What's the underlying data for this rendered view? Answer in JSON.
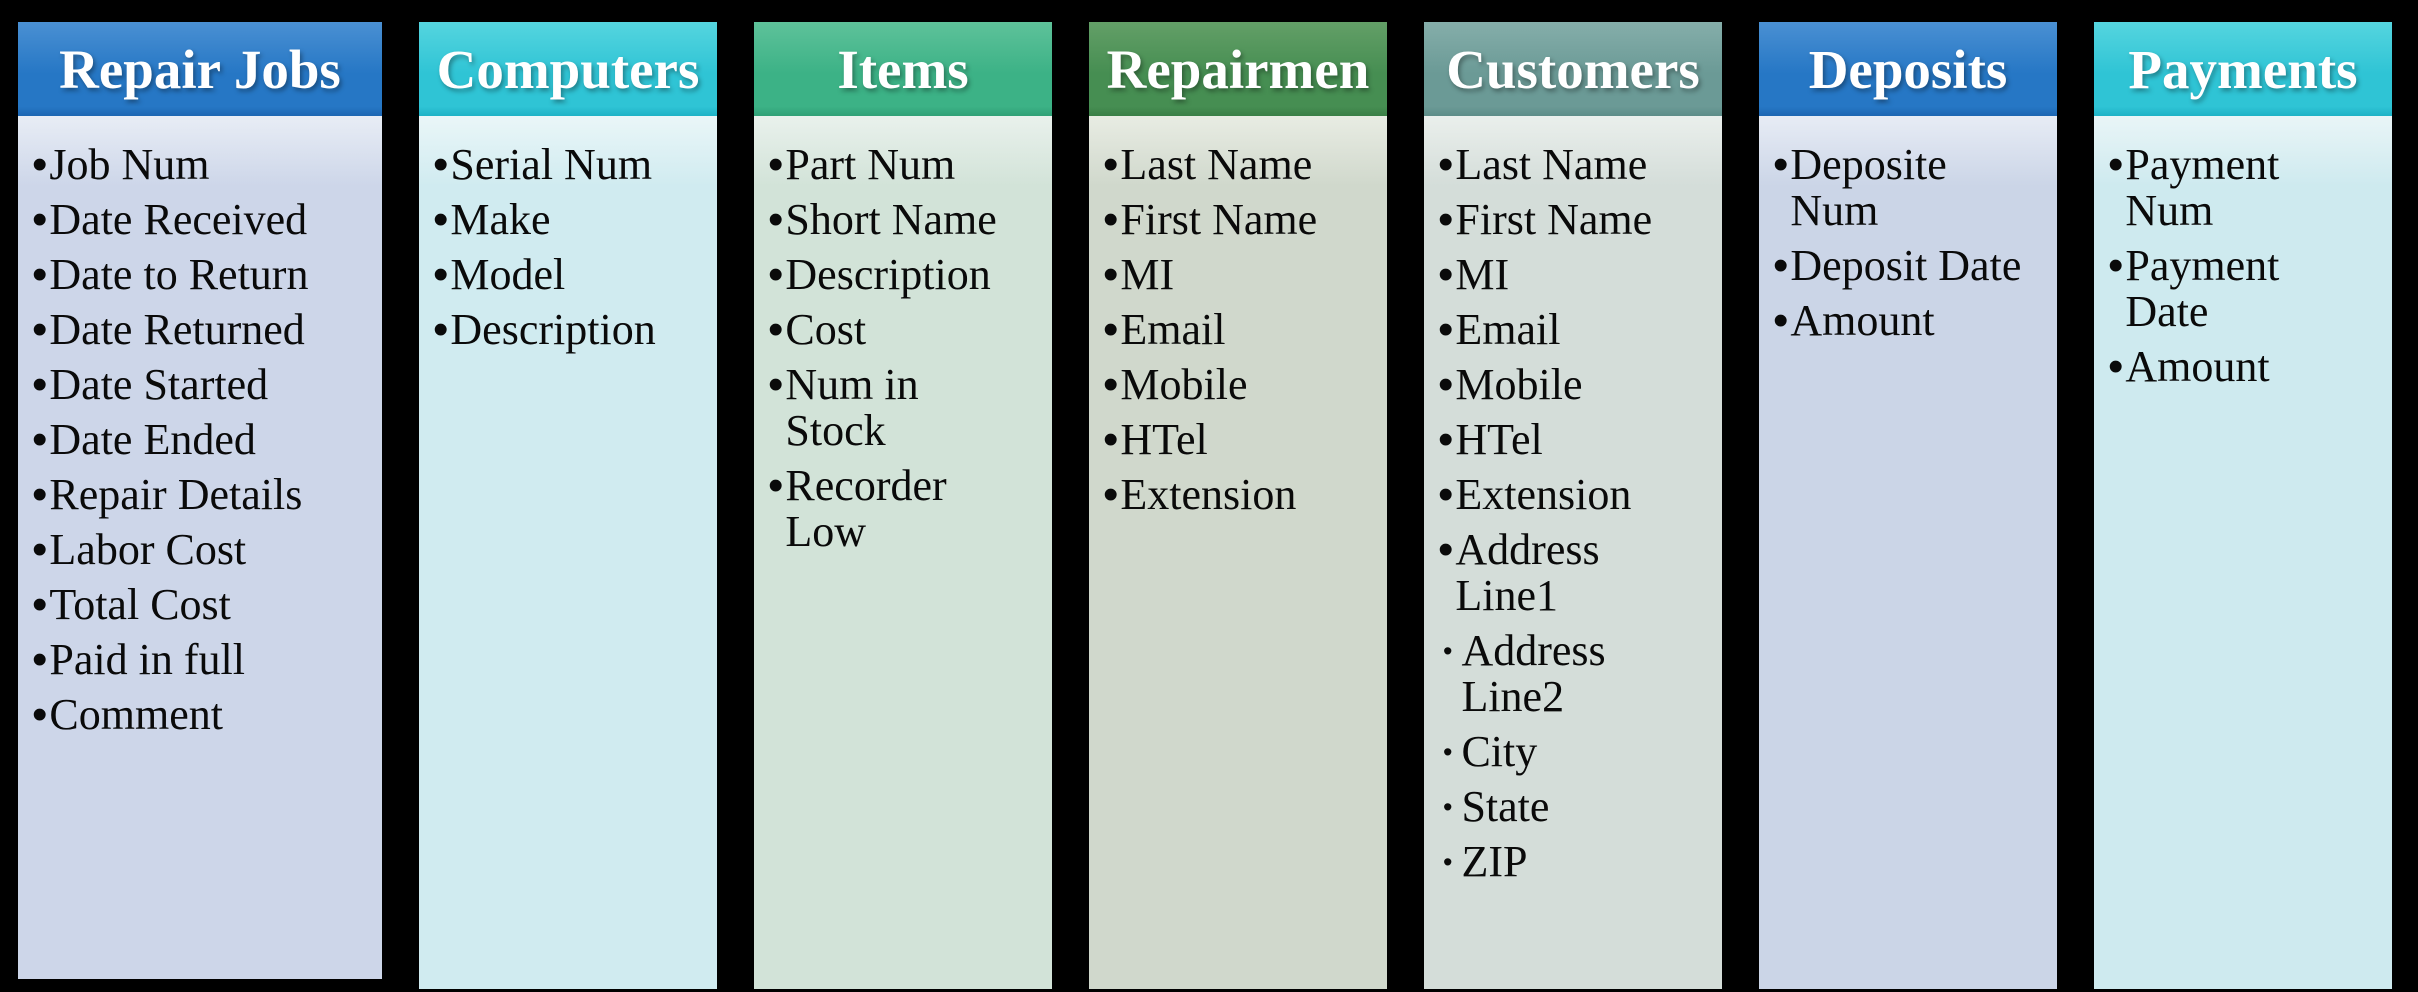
{
  "page": {
    "background": "#000000",
    "bullet_glyph": "•",
    "text_color": "#0a0a0a",
    "title_color": "#ffffff"
  },
  "entities": [
    {
      "title": "Repair Jobs",
      "theme": {
        "header_top": "#4a90d3",
        "header_mid": "#2677c5",
        "header_bottom": "#1d66b2",
        "body_top": "#e8edf5",
        "body": "#cdd6e9"
      },
      "fields": [
        {
          "label": "Job Num",
          "level": 1
        },
        {
          "label": "Date Received",
          "level": 1
        },
        {
          "label": "Date to Return",
          "level": 1
        },
        {
          "label": "Date Returned",
          "level": 1
        },
        {
          "label": "Date Started",
          "level": 1
        },
        {
          "label": "Date Ended",
          "level": 1
        },
        {
          "label": "Repair Details",
          "level": 1
        },
        {
          "label": "Labor Cost",
          "level": 1
        },
        {
          "label": "Total Cost",
          "level": 1
        },
        {
          "label": "Paid in full",
          "level": 1
        },
        {
          "label": "Comment",
          "level": 1
        }
      ]
    },
    {
      "title": "Computers",
      "theme": {
        "header_top": "#55d5df",
        "header_mid": "#2fc4d5",
        "header_bottom": "#1db2c6",
        "body_top": "#eaf6f8",
        "body": "#d0ebf0"
      },
      "fields": [
        {
          "label": "Serial Num",
          "level": 1
        },
        {
          "label": "Make",
          "level": 1
        },
        {
          "label": "Model",
          "level": 1
        },
        {
          "label": "Description",
          "level": 1
        }
      ]
    },
    {
      "title": "Items",
      "theme": {
        "header_top": "#5ec29a",
        "header_mid": "#3cb286",
        "header_bottom": "#2fa076",
        "body_top": "#e9f1ec",
        "body": "#d2e3d8"
      },
      "fields": [
        {
          "label": "Part Num",
          "level": 1
        },
        {
          "label": "Short Name",
          "level": 1
        },
        {
          "label": "Description",
          "level": 1
        },
        {
          "label": "Cost",
          "level": 1
        },
        {
          "label": "Num in Stock",
          "level": 1
        },
        {
          "label": "Recorder Low",
          "level": 1
        }
      ]
    },
    {
      "title": "Repairmen",
      "theme": {
        "header_top": "#639f67",
        "header_mid": "#468e52",
        "header_bottom": "#3a7f46",
        "body_top": "#e8ece3",
        "body": "#d0d8cc"
      },
      "fields": [
        {
          "label": "Last Name",
          "level": 1
        },
        {
          "label": "First Name",
          "level": 1
        },
        {
          "label": "MI",
          "level": 1
        },
        {
          "label": "Email",
          "level": 1
        },
        {
          "label": "Mobile",
          "level": 1
        },
        {
          "label": "HTel",
          "level": 1
        },
        {
          "label": "Extension",
          "level": 1
        }
      ]
    },
    {
      "title": "Customers",
      "theme": {
        "header_top": "#85aeaa",
        "header_mid": "#6b9a96",
        "header_bottom": "#5d8c88",
        "body_top": "#eaefec",
        "body": "#d4ddd9"
      },
      "fields": [
        {
          "label": "Last Name",
          "level": 1
        },
        {
          "label": "First Name",
          "level": 1
        },
        {
          "label": "MI",
          "level": 1
        },
        {
          "label": "Email",
          "level": 1
        },
        {
          "label": "Mobile",
          "level": 1
        },
        {
          "label": "HTel",
          "level": 1
        },
        {
          "label": "Extension",
          "level": 1
        },
        {
          "label": "Address Line1",
          "level": 1
        },
        {
          "label": "Address Line2",
          "level": 2
        },
        {
          "label": "City",
          "level": 2
        },
        {
          "label": "State",
          "level": 2
        },
        {
          "label": "ZIP",
          "level": 2
        }
      ]
    },
    {
      "title": "Deposits",
      "theme": {
        "header_top": "#4a90d3",
        "header_mid": "#2677c5",
        "header_bottom": "#1d66b2",
        "body_top": "#e7ecf5",
        "body": "#cbd5e7"
      },
      "fields": [
        {
          "label": "Deposite Num",
          "level": 1
        },
        {
          "label": "Deposit Date",
          "level": 1
        },
        {
          "label": "Amount",
          "level": 1
        }
      ]
    },
    {
      "title": "Payments",
      "theme": {
        "header_top": "#55d5df",
        "header_mid": "#2fc4d5",
        "header_bottom": "#1db2c6",
        "body_top": "#e9f5f7",
        "body": "#ceeaef"
      },
      "fields": [
        {
          "label": "Payment Num",
          "level": 1
        },
        {
          "label": "Payment Date",
          "level": 1
        },
        {
          "label": "Amount",
          "level": 1
        }
      ]
    }
  ]
}
